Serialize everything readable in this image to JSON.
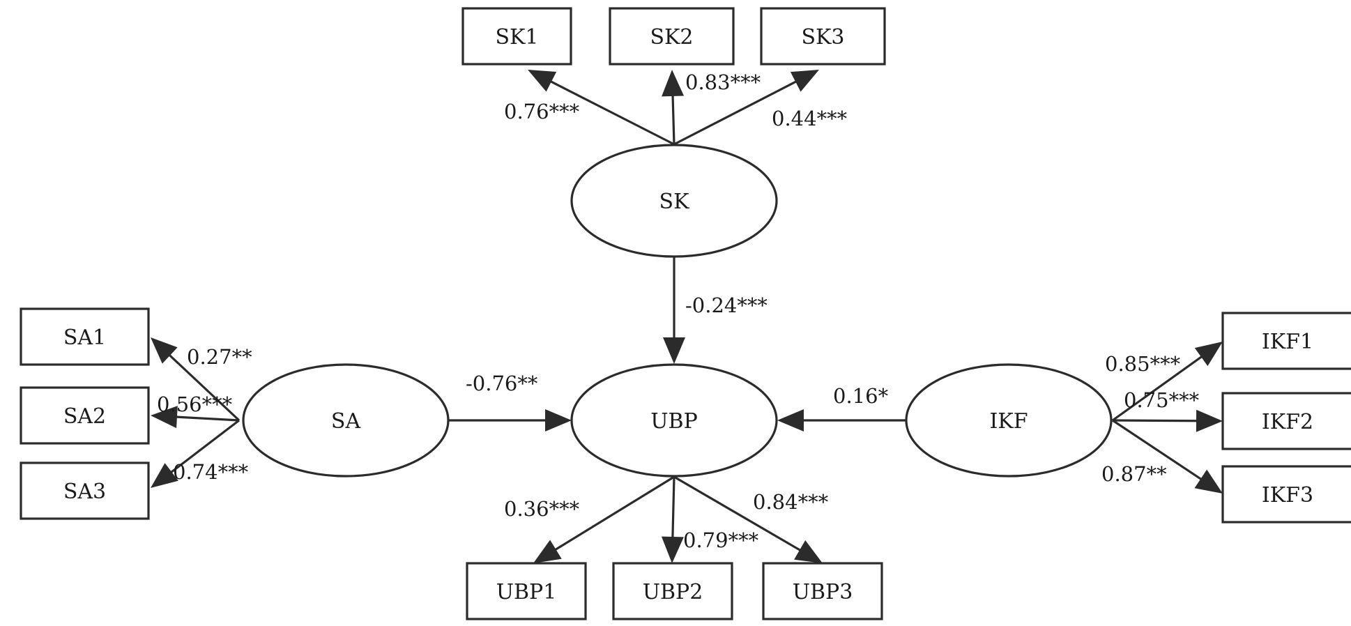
{
  "latents": [
    {
      "id": "SK",
      "label": "SK"
    },
    {
      "id": "SA",
      "label": "SA"
    },
    {
      "id": "UBP",
      "label": "UBP"
    },
    {
      "id": "IKF",
      "label": "IKF"
    }
  ],
  "indicators": [
    {
      "id": "SK1",
      "label": "SK1"
    },
    {
      "id": "SK2",
      "label": "SK2"
    },
    {
      "id": "SK3",
      "label": "SK3"
    },
    {
      "id": "SA1",
      "label": "SA1"
    },
    {
      "id": "SA2",
      "label": "SA2"
    },
    {
      "id": "SA3",
      "label": "SA3"
    },
    {
      "id": "IKF1",
      "label": "IKF1"
    },
    {
      "id": "IKF2",
      "label": "IKF2"
    },
    {
      "id": "IKF3",
      "label": "IKF3"
    },
    {
      "id": "UBP1",
      "label": "UBP1"
    },
    {
      "id": "UBP2",
      "label": "UBP2"
    },
    {
      "id": "UBP3",
      "label": "UBP3"
    }
  ],
  "paths": [
    {
      "from": "SK",
      "to": "SK1",
      "coef": "0.76***"
    },
    {
      "from": "SK",
      "to": "SK2",
      "coef": "0.83***"
    },
    {
      "from": "SK",
      "to": "SK3",
      "coef": "0.44***"
    },
    {
      "from": "SA",
      "to": "SA1",
      "coef": "0.27**"
    },
    {
      "from": "SA",
      "to": "SA2",
      "coef": "0.56***"
    },
    {
      "from": "SA",
      "to": "SA3",
      "coef": "0.74***"
    },
    {
      "from": "IKF",
      "to": "IKF1",
      "coef": "0.85***"
    },
    {
      "from": "IKF",
      "to": "IKF2",
      "coef": "0.75***"
    },
    {
      "from": "IKF",
      "to": "IKF3",
      "coef": "0.87**"
    },
    {
      "from": "UBP",
      "to": "UBP1",
      "coef": "0.36***"
    },
    {
      "from": "UBP",
      "to": "UBP2",
      "coef": "0.79***"
    },
    {
      "from": "UBP",
      "to": "UBP3",
      "coef": "0.84***"
    },
    {
      "from": "SK",
      "to": "UBP",
      "coef": "-0.24***"
    },
    {
      "from": "SA",
      "to": "UBP",
      "coef": "-0.76**"
    },
    {
      "from": "IKF",
      "to": "UBP",
      "coef": "0.16*"
    }
  ]
}
